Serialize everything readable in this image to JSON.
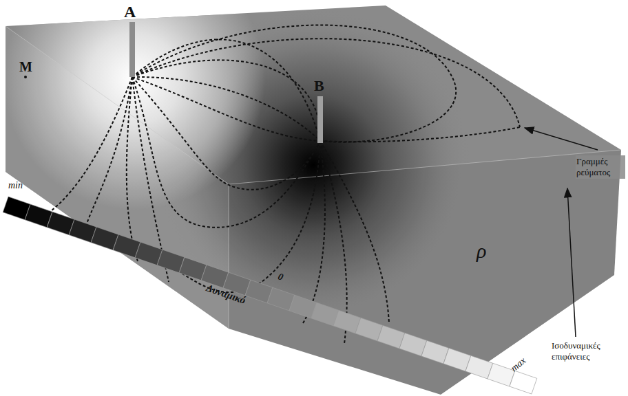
{
  "diagram": {
    "labels": [
      "A",
      "B",
      "M",
      "ρ",
      "Γραμμές ρεύματος",
      "Ισοδυναμικές επιφάνειες",
      "min",
      "0",
      "Δυναμικό",
      "max"
    ]
  }
}
